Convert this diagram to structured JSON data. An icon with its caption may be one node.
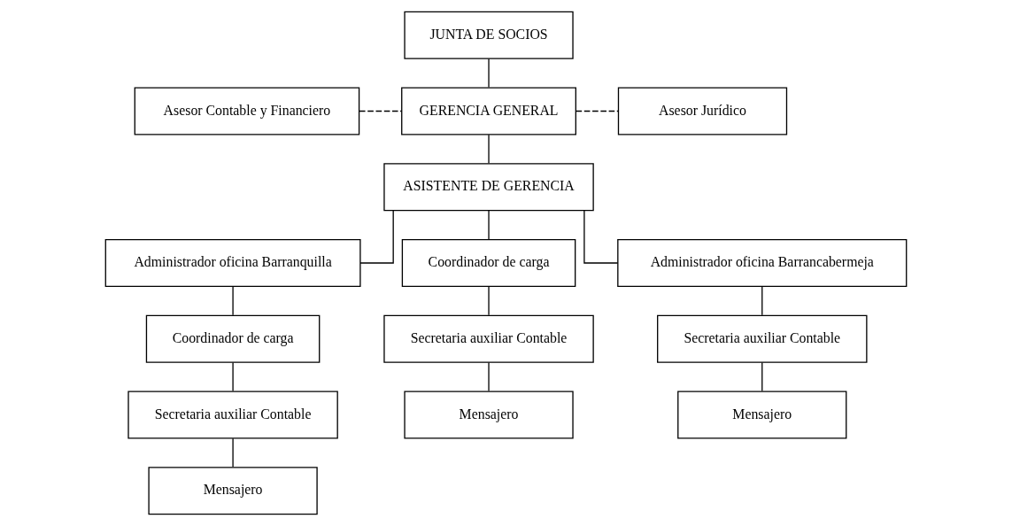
{
  "diagram": {
    "nodes": [
      {
        "text": [
          "JUNTA DE SOCIOS"
        ]
      },
      {
        "text": [
          "GERENCIA GENERAL"
        ]
      },
      {
        "text": [
          "Asesor Contable y Financiero"
        ]
      },
      {
        "text": [
          "Asesor Jurídico"
        ]
      },
      {
        "text": [
          "ASISTENTE DE GERENCIA"
        ]
      },
      {
        "text": [
          "Administrador oficina Barranquilla"
        ]
      },
      {
        "text": [
          "Coordinador de carga"
        ]
      },
      {
        "text": [
          "Coordinador de carga"
        ]
      },
      {
        "text": [
          "Administrador oficina Barrancabermeja"
        ]
      },
      {
        "text": [
          "Secretaria auxiliar Contable"
        ]
      },
      {
        "text": [
          "Secretaria auxiliar Contable"
        ]
      },
      {
        "text": [
          "Secretaria auxiliar Contable"
        ]
      },
      {
        "text": [
          "Mensajero"
        ]
      },
      {
        "text": [
          "Mensajero"
        ]
      },
      {
        "text": [
          "Mensajero"
        ]
      }
    ],
    "edges": [
      {
        "from": 0,
        "to": 1,
        "arrow": "none"
      },
      {
        "from": 2,
        "to": 1,
        "arrow": "none",
        "style": "dashed"
      },
      {
        "from": 1,
        "to": 3,
        "arrow": "none",
        "style": "dashed"
      },
      {
        "from": 1,
        "to": 4,
        "arrow": "none"
      },
      {
        "from": 4,
        "to": 6,
        "arrow": "none"
      },
      {
        "from": 4,
        "to": 5,
        "arrow": "none"
      },
      {
        "from": 4,
        "to": 8,
        "arrow": "none"
      },
      {
        "from": 5,
        "to": 7,
        "arrow": "none"
      },
      {
        "from": 6,
        "to": 9,
        "arrow": "none"
      },
      {
        "from": 7,
        "to": 10,
        "arrow": "none"
      },
      {
        "from": 8,
        "to": 11,
        "arrow": "none"
      },
      {
        "from": 9,
        "to": 12,
        "arrow": "none"
      },
      {
        "from": 10,
        "to": 13,
        "arrow": "none"
      },
      {
        "from": 11,
        "to": 14,
        "arrow": "none"
      }
    ]
  }
}
